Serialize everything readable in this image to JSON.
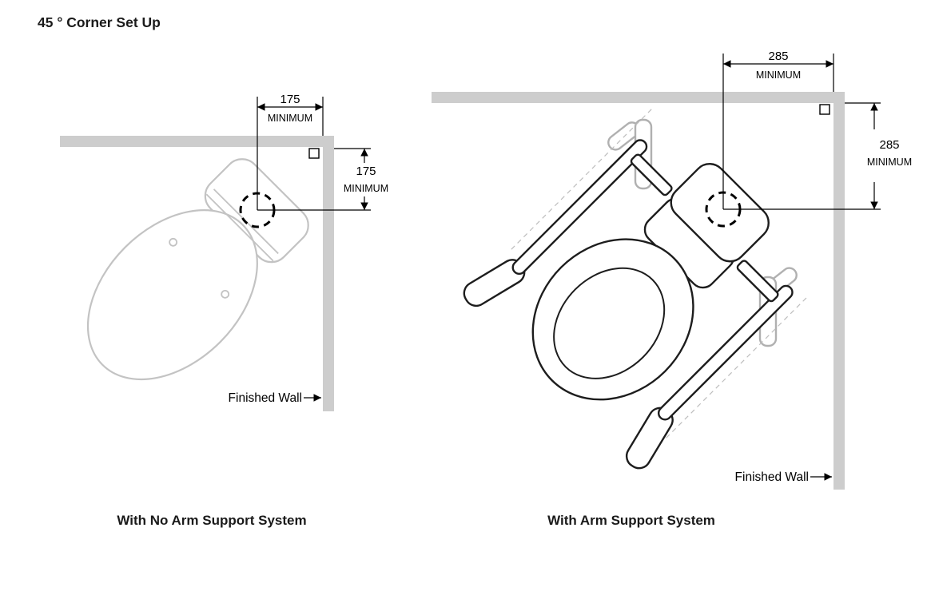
{
  "title": "45 ° Corner Set Up",
  "diagram_left": {
    "caption": "With No Arm Support System",
    "finished_wall": "Finished Wall",
    "top_dimension": {
      "value": "175",
      "qualifier": "MINIMUM"
    },
    "side_dimension": {
      "value": "175",
      "qualifier": "MINIMUM"
    }
  },
  "diagram_right": {
    "caption": "With Arm Support System",
    "finished_wall": "Finished Wall",
    "top_dimension": {
      "value": "285",
      "qualifier": "MINIMUM"
    },
    "side_dimension": {
      "value": "285",
      "qualifier": "MINIMUM"
    }
  },
  "colors": {
    "background": "#ffffff",
    "wall_fill": "#cdcdcd",
    "dimension_line": "#000000",
    "locator_circle": "#000000",
    "toilet_light_outline": "#c3c3c3",
    "toilet_dark_outline": "#1d1d1d",
    "arm_support_gray": "#b0b0b0"
  }
}
